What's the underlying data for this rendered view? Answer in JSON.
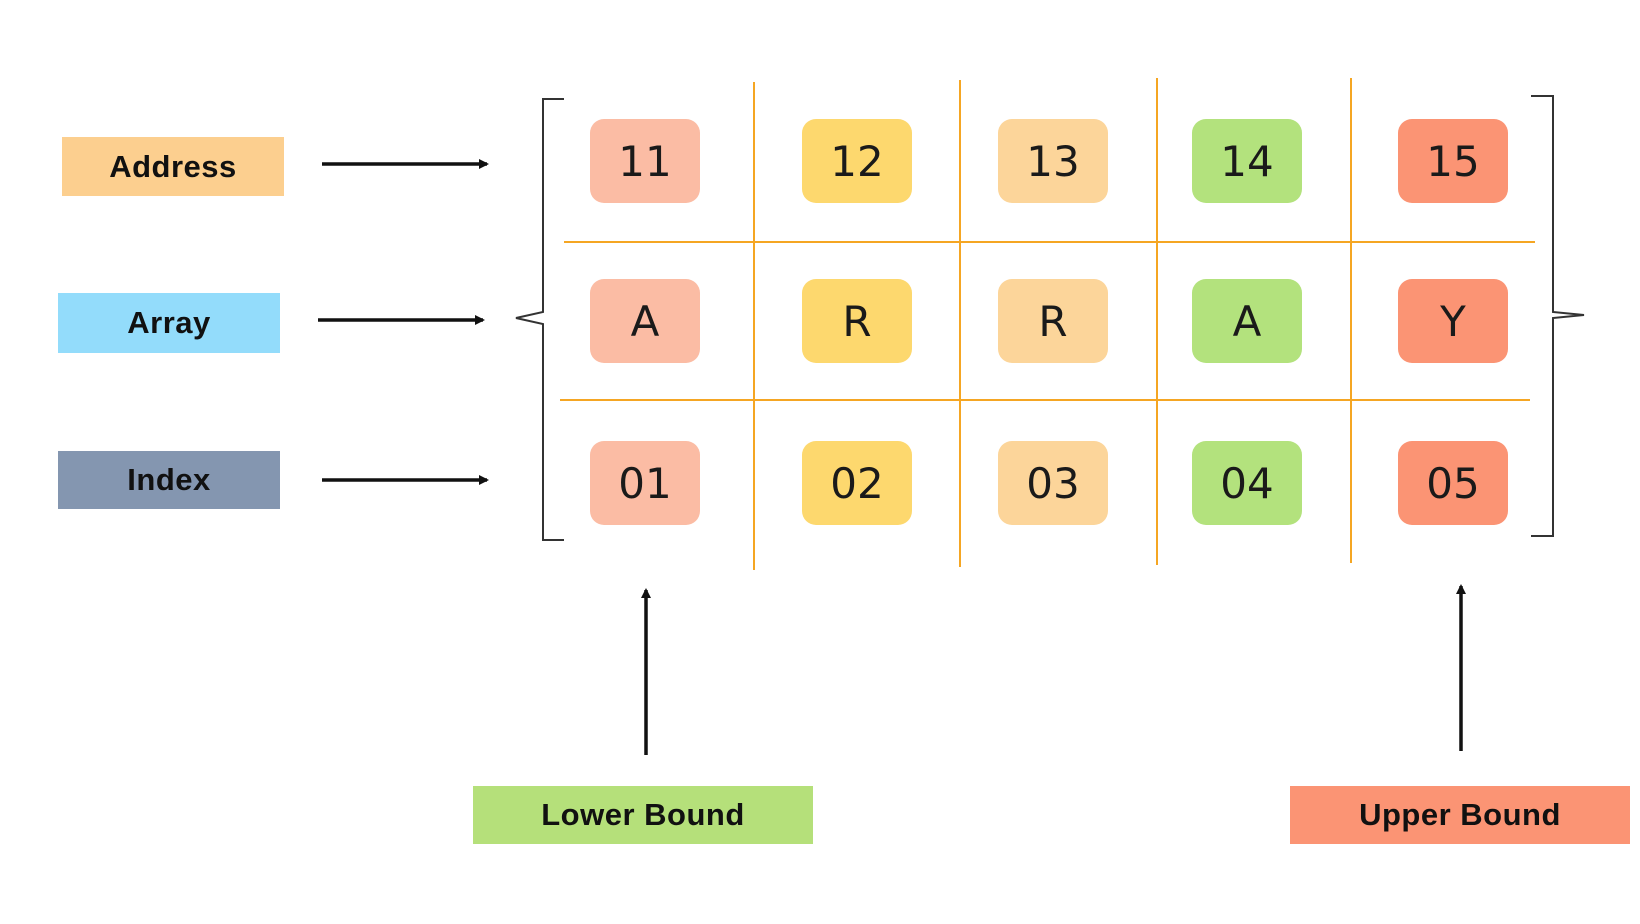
{
  "colors": {
    "grid_line": "#f5a623",
    "address_label_bg": "#fccf8f",
    "array_label_bg": "#93dcfb",
    "index_label_bg": "#8496b0",
    "lower_bound_bg": "#b5e07a",
    "upper_bound_bg": "#fb9474",
    "columns": [
      "#fbbca4",
      "#fdd86e",
      "#fcd59a",
      "#b3e27d",
      "#fb9474"
    ]
  },
  "labels": {
    "address": "Address",
    "array": "Array",
    "index": "Index",
    "lower_bound": "Lower Bound",
    "upper_bound": "Upper Bound"
  },
  "rows": {
    "address": [
      "11",
      "12",
      "13",
      "14",
      "15"
    ],
    "array": [
      "A",
      "R",
      "R",
      "A",
      "Y"
    ],
    "index": [
      "01",
      "02",
      "03",
      "04",
      "05"
    ]
  }
}
